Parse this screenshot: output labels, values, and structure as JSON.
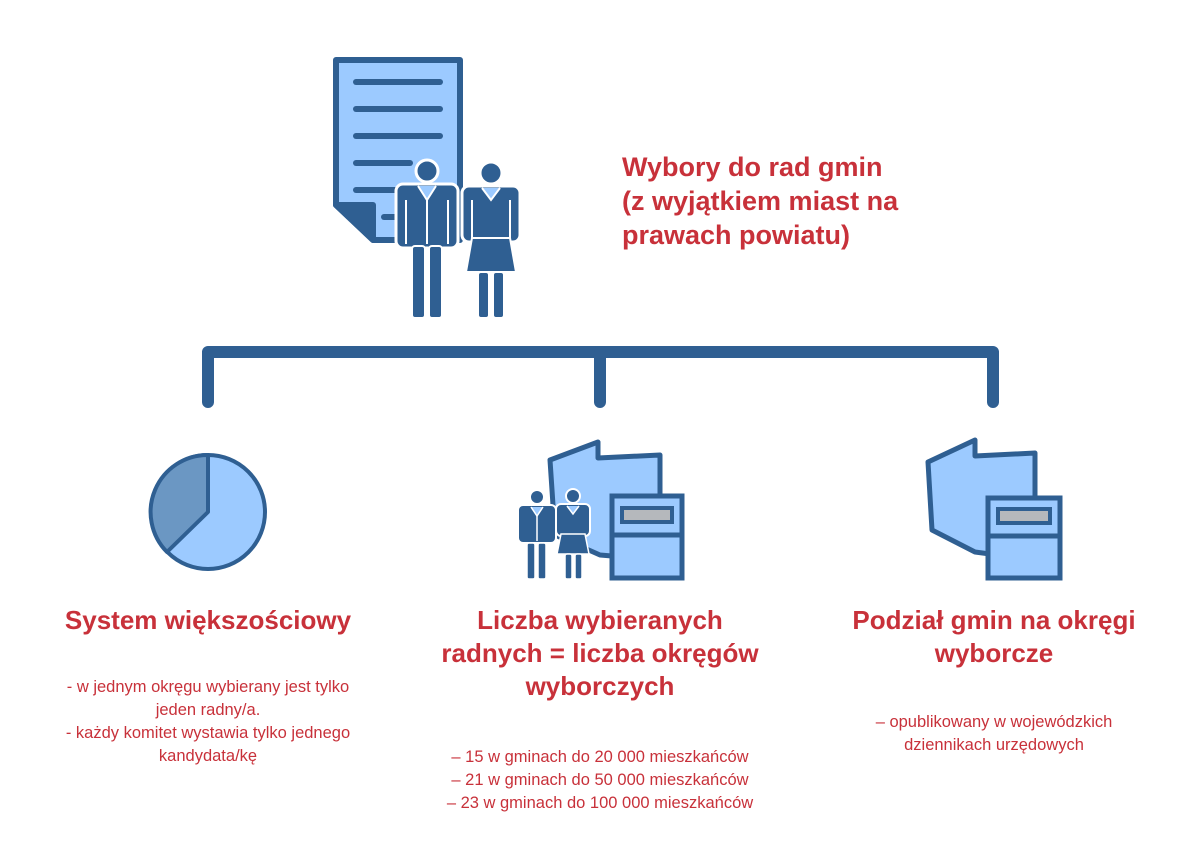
{
  "header": {
    "title_lines": [
      "Wybory do rad gmin",
      "(z wyjątkiem miast na",
      "prawach powiatu)"
    ]
  },
  "columns": [
    {
      "icon": "pie-chart-icon",
      "title_lines": [
        "System większościowy"
      ],
      "notes": [
        "- w jednym okręgu wybierany jest tylko",
        "jeden radny/a.",
        "- każdy komitet wystawia tylko jednego",
        "kandydata/kę"
      ]
    },
    {
      "icon": "voters-ballot-box-icon",
      "title_lines": [
        "Liczba wybieranych",
        "radnych = liczba okręgów",
        "wyborczych"
      ],
      "notes": [
        "– 15 w gminach do 20 000 mieszkańców",
        "– 21 w gminach do 50 000 mieszkańców",
        "– 23 w gminach do 100 000 mieszkańców"
      ]
    },
    {
      "icon": "map-ballot-box-icon",
      "title_lines": [
        "Podział gmin na okręgi",
        "wyborcze"
      ],
      "notes": [
        "– opublikowany w wojewódzkich",
        "dziennikach urzędowych"
      ]
    }
  ],
  "colors": {
    "accent_red": "#c8313a",
    "dark_blue": "#2f5f92",
    "light_blue": "#9ccaff",
    "mid_blue": "#6b97c3",
    "gray": "#b5b8bc"
  }
}
